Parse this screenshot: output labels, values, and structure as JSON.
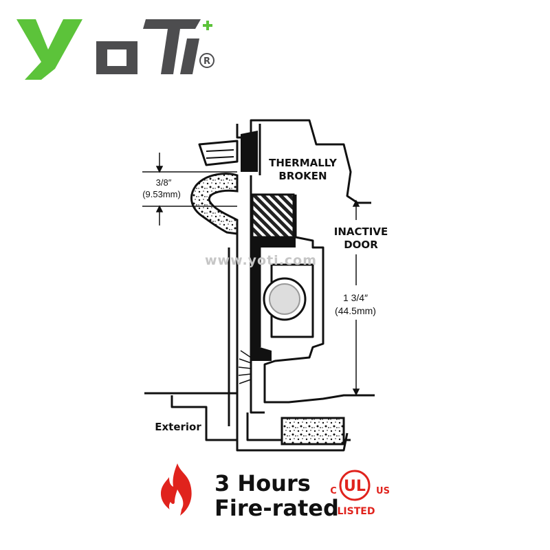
{
  "brand": {
    "logo_text": "YOTI",
    "registered_mark": "®",
    "logo_color": "#5cc33a",
    "logo_dark_color": "#4d4d4f"
  },
  "diagram": {
    "label_thermally": "THERMALLY",
    "label_broken": "BROKEN",
    "label_inactive": "INACTIVE",
    "label_door": "DOOR",
    "gap_fraction": "3/8″",
    "gap_metric": "(9.53mm)",
    "thickness_fraction": "1 3/4″",
    "thickness_metric": "(44.5mm)",
    "label_exterior": "Exterior",
    "watermark": "www.yoti.com"
  },
  "badge": {
    "fire_line1": "3 Hours",
    "fire_line2": "Fire-rated",
    "fire_icon": "flame-icon",
    "fire_color": "#e0231d",
    "ul_c": "C",
    "ul_us": "US",
    "ul_listed": "LISTED",
    "ul_color": "#e0231d"
  }
}
